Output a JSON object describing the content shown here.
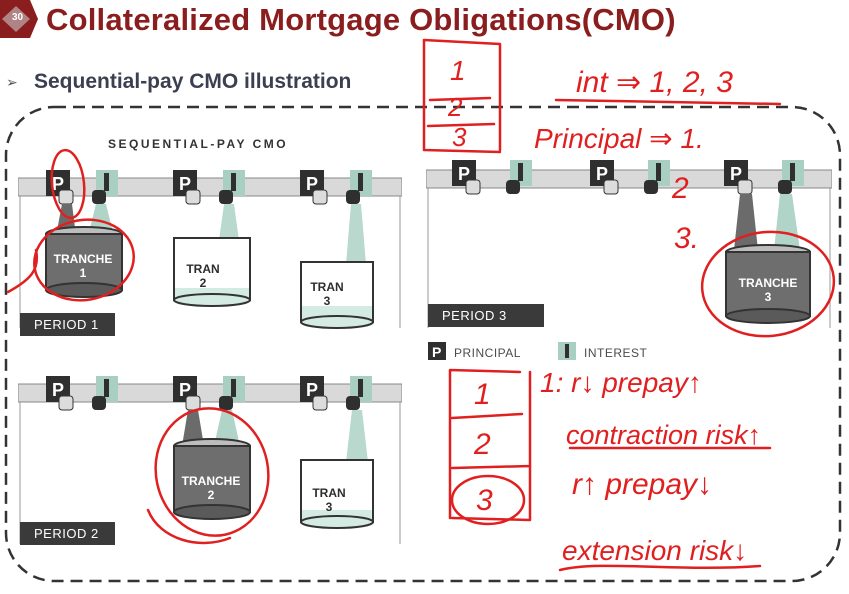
{
  "slide": {
    "number": "30",
    "title": "Collateralized Mortgage Obligations(CMO)",
    "subtitle": "Sequential-pay CMO illustration"
  },
  "figure": {
    "caption": "SEQUENTIAL-PAY CMO",
    "p_symbol": "P",
    "i_symbol": "I",
    "periods": [
      {
        "label": "PERIOD 1",
        "tanks": [
          "TRANCHE\n1",
          "TRAN\n2",
          "TRAN\n3"
        ]
      },
      {
        "label": "PERIOD 2",
        "tanks": [
          "TRANCHE\n2",
          "TRAN\n3"
        ]
      },
      {
        "label": "PERIOD 3",
        "tanks": [
          "TRANCHE\n3"
        ]
      }
    ],
    "legend": {
      "principal": "PRINCIPAL",
      "interest": "INTEREST"
    }
  },
  "annotations": {
    "stack_top": [
      "1",
      "2",
      "3"
    ],
    "int_line": "int ⇒ 1, 2, 3",
    "principal_line": "Principal ⇒ 1.",
    "principal_extra": [
      "2",
      "3."
    ],
    "stack_bottom": [
      "1",
      "2",
      "3"
    ],
    "line1": "1: r↓ prepay↑",
    "line2": "contraction risk↑",
    "line3": "r↑ prepay↓",
    "line4": "extension risk↓"
  },
  "colors": {
    "title": "#8a1d1d",
    "subtitle": "#3b3f50",
    "ink": "#e02020",
    "interest": "#a9cfc2",
    "dark": "#3a3a3a"
  }
}
